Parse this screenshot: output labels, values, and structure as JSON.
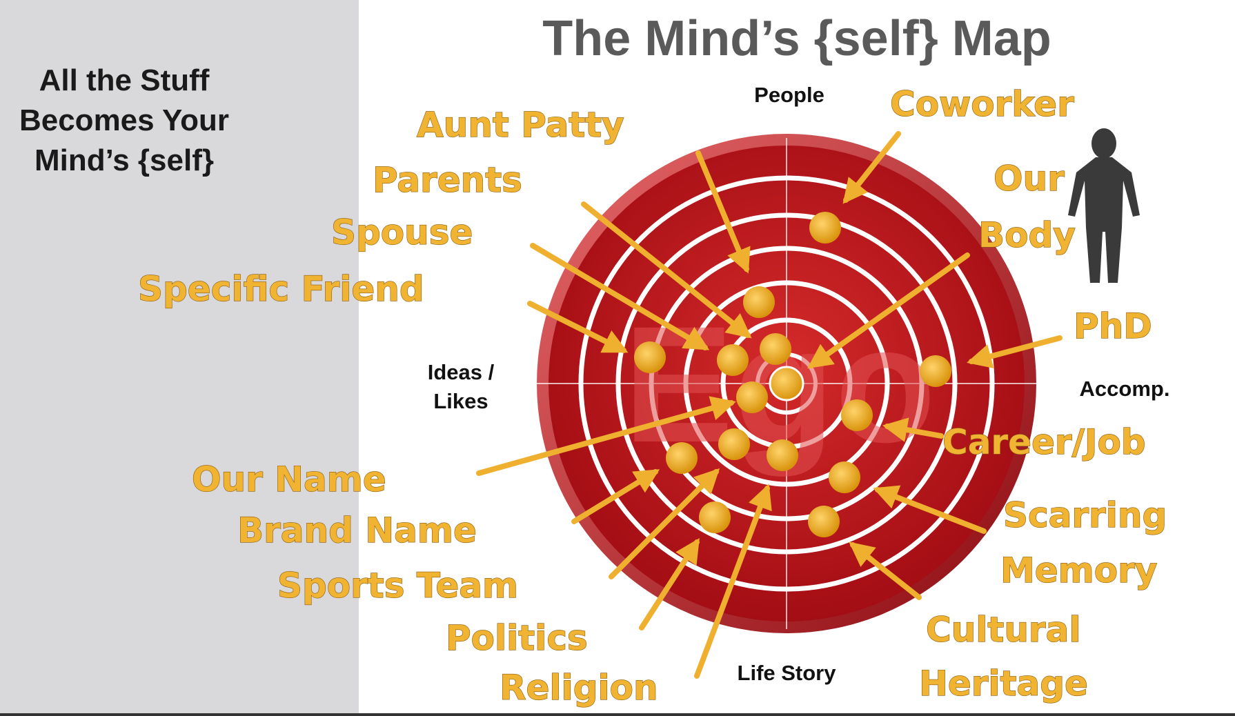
{
  "sidebar": {
    "lines": [
      "All the Stuff",
      "Becomes Your",
      "Mind’s {self}"
    ]
  },
  "title": "The Mind’s {self} Map",
  "center_label": "Ego",
  "axes": {
    "top": "People",
    "left_line1": "Ideas /",
    "left_line2": "Likes",
    "right": "Accomp.",
    "bottom": "Life Story"
  },
  "callouts": {
    "aunt_patty": "Aunt Patty",
    "parents": "Parents",
    "spouse": "Spouse",
    "specific_friend": "Specific Friend",
    "coworker": "Coworker",
    "our_body_line1": "Our",
    "our_body_line2": "Body",
    "phd": "PhD",
    "career_job": "Career/Job",
    "scarring_line1": "Scarring",
    "scarring_line2": "Memory",
    "cultural_line1": "Cultural",
    "cultural_line2": "Heritage",
    "our_name": "Our Name",
    "brand_name": "Brand Name",
    "sports_team": "Sports Team",
    "politics": "Politics",
    "religion": "Religion"
  },
  "colors": {
    "sidebar_bg": "#d9d9dc",
    "title": "#5a5a5a",
    "ring_dark": "#b8141b",
    "ring_light": "#d42a2a",
    "dot": "#f2b32c",
    "callout_text": "#f0b432",
    "arrow": "#efb02f"
  }
}
